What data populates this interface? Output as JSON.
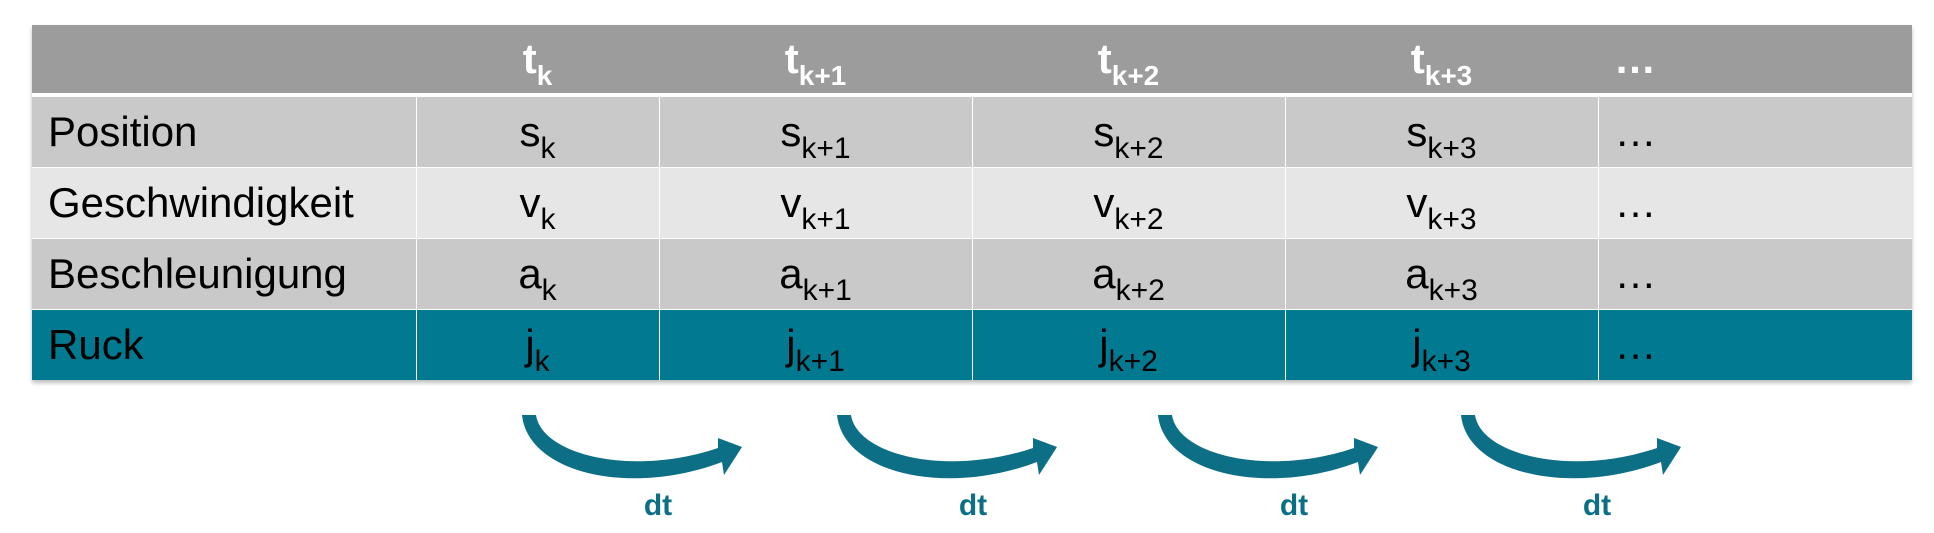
{
  "header": {
    "corner": "",
    "columns": [
      {
        "base": "t",
        "sub": "k"
      },
      {
        "base": "t",
        "sub": "k+1"
      },
      {
        "base": "t",
        "sub": "k+2"
      },
      {
        "base": "t",
        "sub": "k+3"
      }
    ],
    "ellipsis": "…"
  },
  "rows": [
    {
      "label": "Position",
      "cells": [
        {
          "base": "s",
          "sub": "k"
        },
        {
          "base": "s",
          "sub": "k+1"
        },
        {
          "base": "s",
          "sub": "k+2"
        },
        {
          "base": "s",
          "sub": "k+3"
        }
      ],
      "ellipsis": "…"
    },
    {
      "label": "Geschwindigkeit",
      "cells": [
        {
          "base": "v",
          "sub": "k"
        },
        {
          "base": "v",
          "sub": "k+1"
        },
        {
          "base": "v",
          "sub": "k+2"
        },
        {
          "base": "v",
          "sub": "k+3"
        }
      ],
      "ellipsis": "…"
    },
    {
      "label": "Beschleunigung",
      "cells": [
        {
          "base": "a",
          "sub": "k"
        },
        {
          "base": "a",
          "sub": "k+1"
        },
        {
          "base": "a",
          "sub": "k+2"
        },
        {
          "base": "a",
          "sub": "k+3"
        }
      ],
      "ellipsis": "…"
    },
    {
      "label": "Ruck",
      "cells": [
        {
          "base": "j",
          "sub": "k"
        },
        {
          "base": "j",
          "sub": "k+1"
        },
        {
          "base": "j",
          "sub": "k+2"
        },
        {
          "base": "j",
          "sub": "k+3"
        }
      ],
      "ellipsis": "…"
    }
  ],
  "arrows": [
    {
      "label": "dt"
    },
    {
      "label": "dt"
    },
    {
      "label": "dt"
    },
    {
      "label": "dt"
    }
  ],
  "colors": {
    "header_bg": "#9c9c9c",
    "row_dark": "#c9c9c9",
    "row_light": "#e6e6e6",
    "highlight_row": "#007991",
    "arrow": "#0c6f86"
  }
}
